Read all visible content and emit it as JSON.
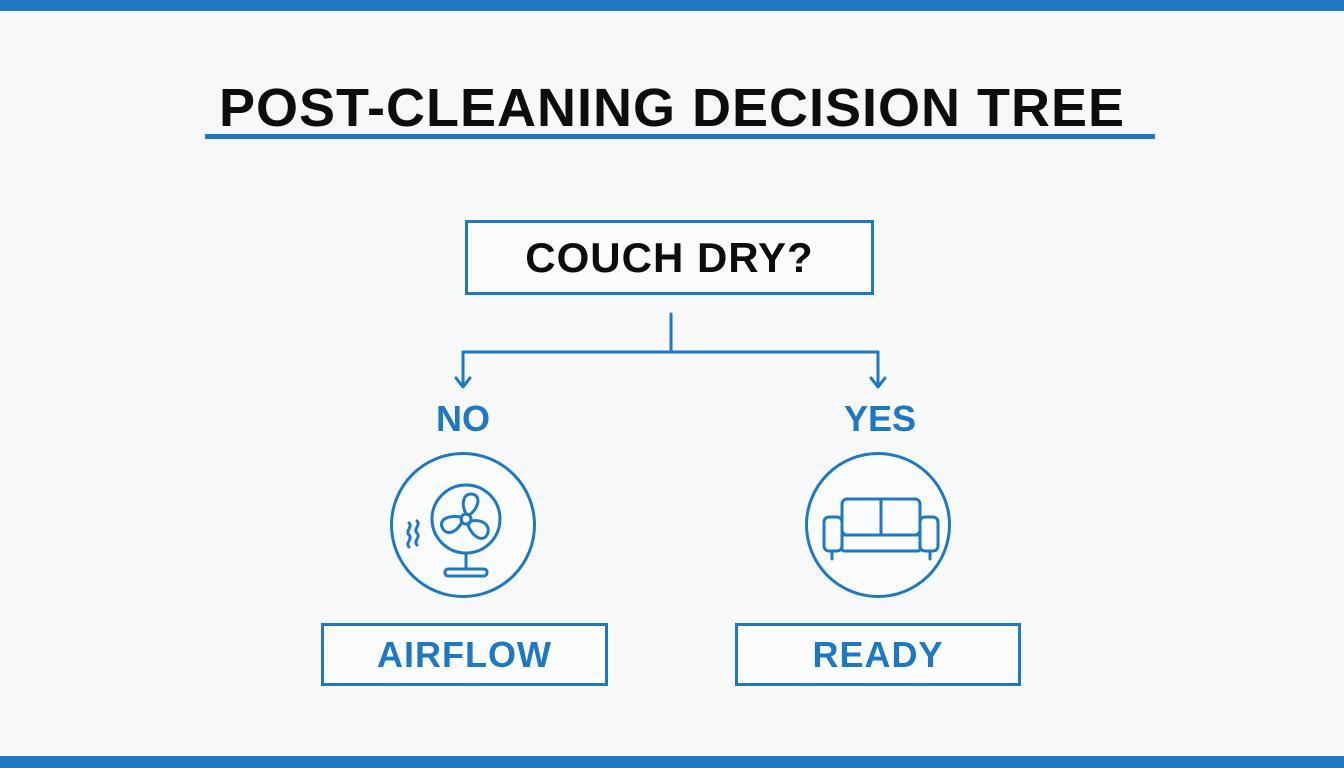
{
  "title": "POST-CLEANING DECISION TREE",
  "question": "COUCH DRY?",
  "branches": {
    "no": {
      "label": "NO",
      "icon": "fan-icon",
      "result": "AIRFLOW"
    },
    "yes": {
      "label": "YES",
      "icon": "couch-icon",
      "result": "READY"
    }
  },
  "colors": {
    "accent": "#1f78c1",
    "text": "#0d0d0d",
    "background": "#f7f8fa"
  }
}
